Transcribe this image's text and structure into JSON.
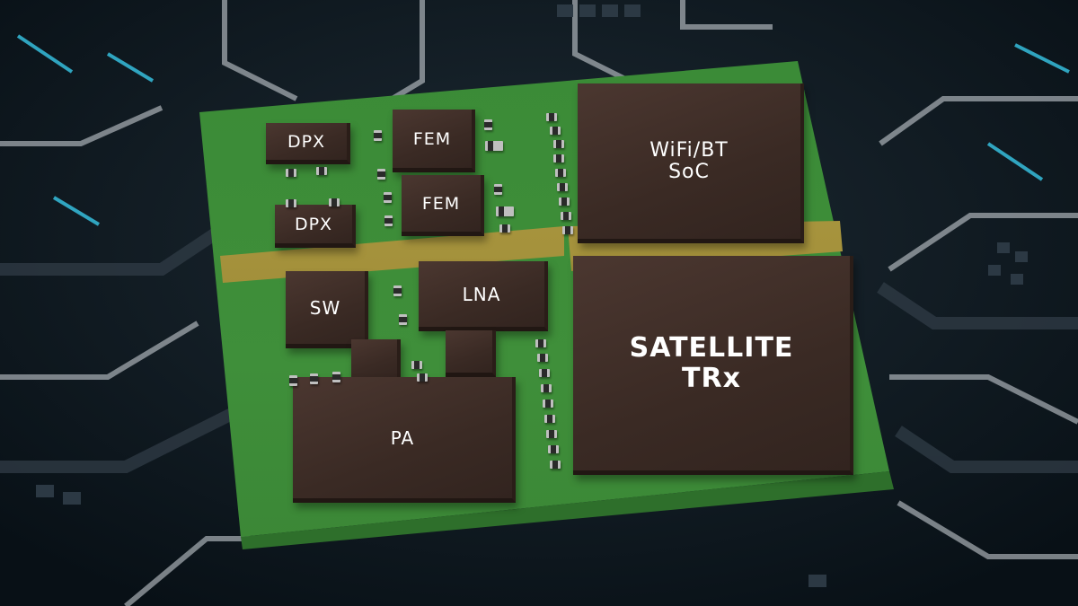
{
  "module": {
    "chips": {
      "dpx_top": "DPX",
      "dpx_bottom": "DPX",
      "fem_top": "FEM",
      "fem_bottom": "FEM",
      "wifi_bt_soc": "WiFi/BT\nSoC",
      "sw": "SW",
      "lna": "LNA",
      "pa": "PA",
      "satellite_trx": "SATELLITE\nTRx"
    }
  },
  "colors": {
    "pcb": "#3f8a3a",
    "chip": "#3b2b25",
    "shield": "#a18e38",
    "background": "#0d1820",
    "traces": "#d7dde2",
    "glow": "#38c8e8"
  }
}
